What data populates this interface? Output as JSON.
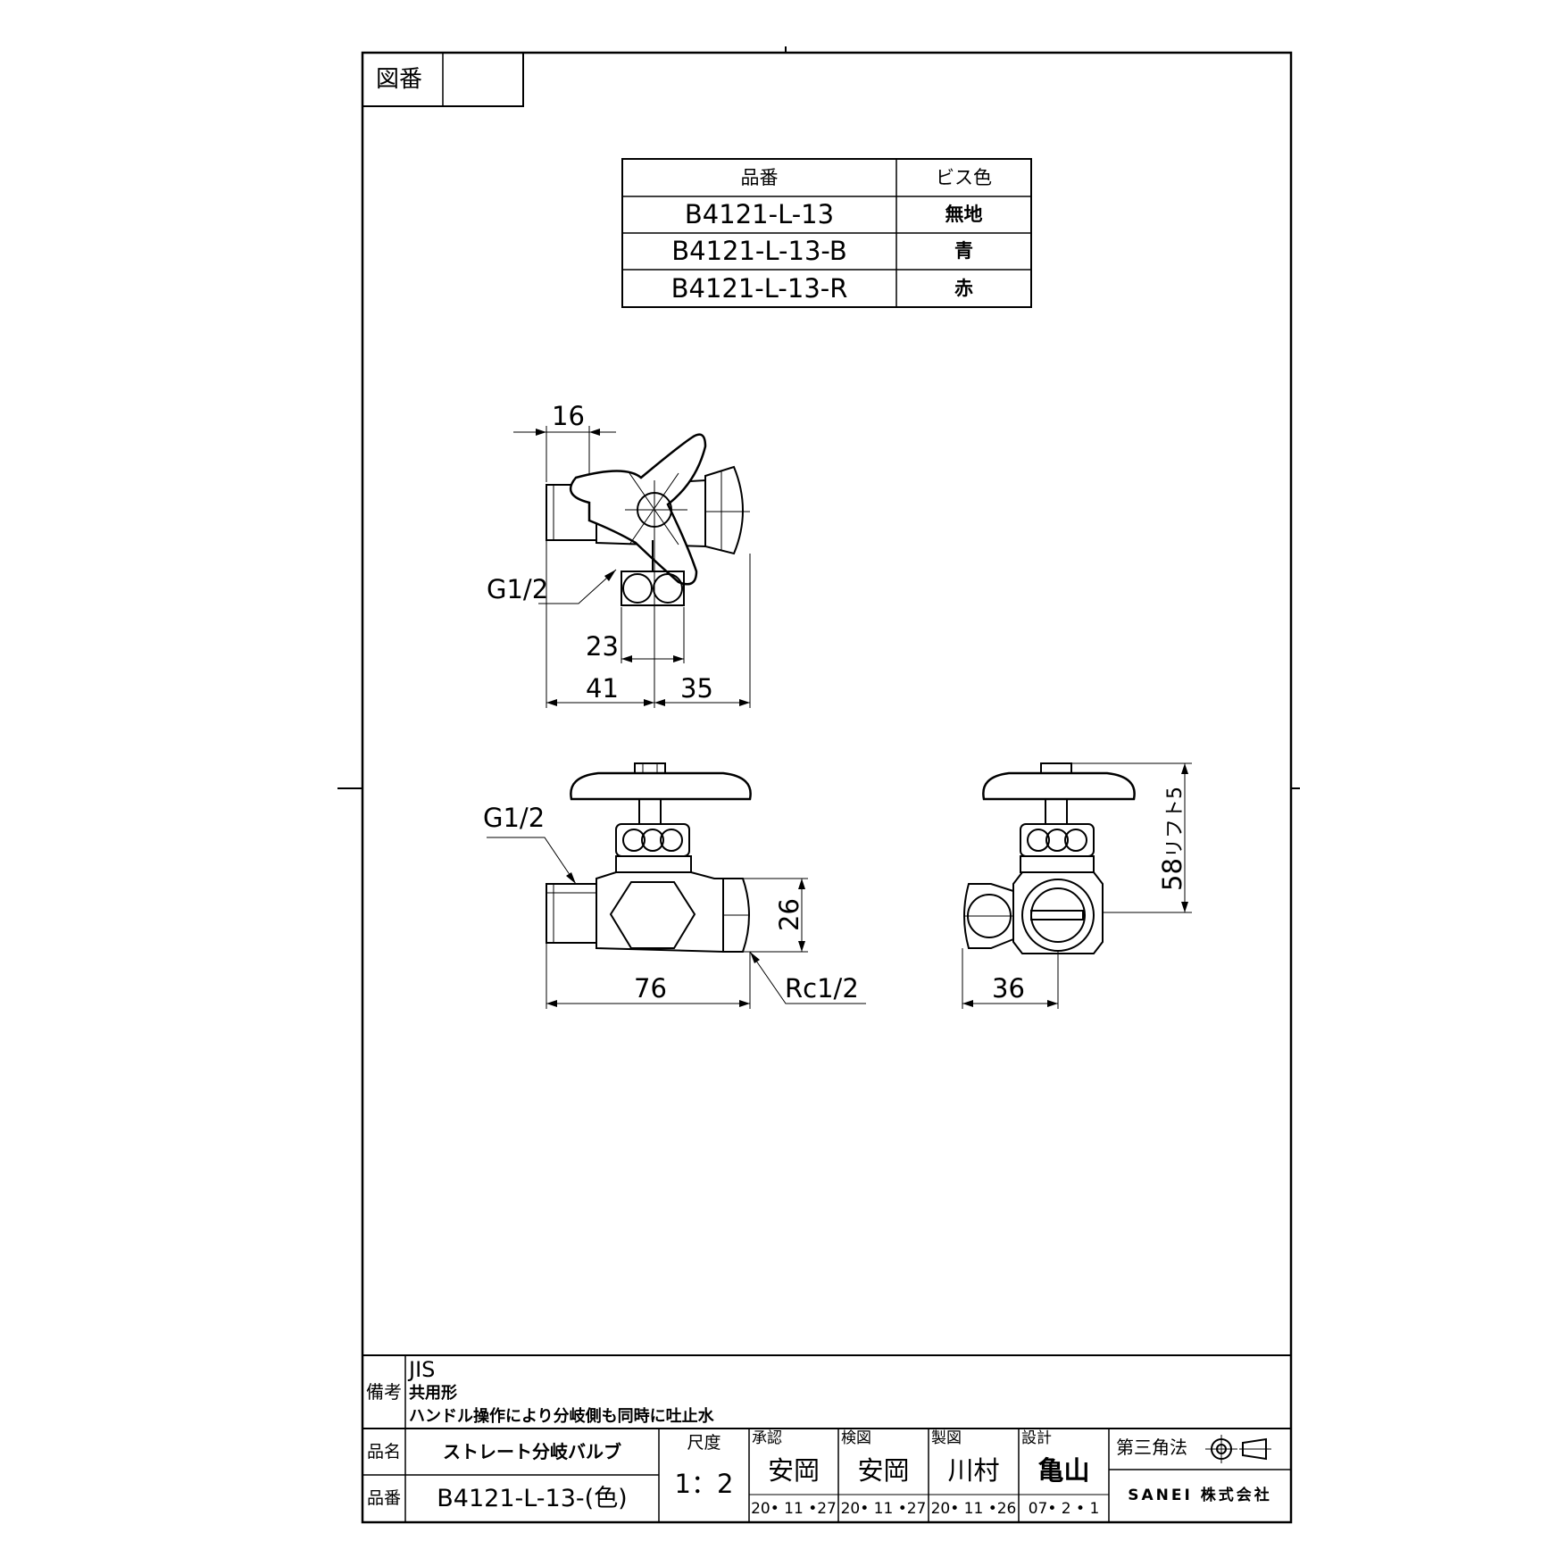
{
  "drawing_number_label": "図番",
  "drawing_number_value": "",
  "variant_table": {
    "headers": [
      "品番",
      "ビス色"
    ],
    "rows": [
      {
        "part": "B4121-L-13",
        "color": "無地"
      },
      {
        "part": "B4121-L-13-B",
        "color": "青"
      },
      {
        "part": "B4121-L-13-R",
        "color": "赤"
      }
    ]
  },
  "dimensions": {
    "top_view": {
      "d16": "16",
      "thread": "G1/2",
      "d23": "23",
      "d41": "41",
      "d35": "35"
    },
    "front_view": {
      "thread": "G1/2",
      "d26": "26",
      "d76": "76",
      "rc": "Rc1/2"
    },
    "side_view": {
      "height": "58",
      "lift": "リフト5",
      "d36": "36"
    }
  },
  "notes": {
    "label": "備考",
    "lines": [
      "JIS",
      "共用形",
      "ハンドル操作により分岐側も同時に吐止水"
    ]
  },
  "title_block": {
    "name_label": "品名",
    "name_value": "ストレート分岐バルブ",
    "number_label": "品番",
    "number_value": "B4121-L-13-(色)",
    "scale_label": "尺度",
    "scale_value": "1：2",
    "approve_label": "承認",
    "approve_name": "安岡",
    "approve_date": "20• 11 •27",
    "check_label": "検図",
    "check_name": "安岡",
    "check_date": "20• 11 •27",
    "draw_label": "製図",
    "draw_name": "川村",
    "draw_date": "20• 11 •26",
    "design_label": "設計",
    "design_name": "亀山",
    "design_date": "07• 2 • 1",
    "projection_label": "第三角法",
    "company": "SANEI 株式会社"
  }
}
